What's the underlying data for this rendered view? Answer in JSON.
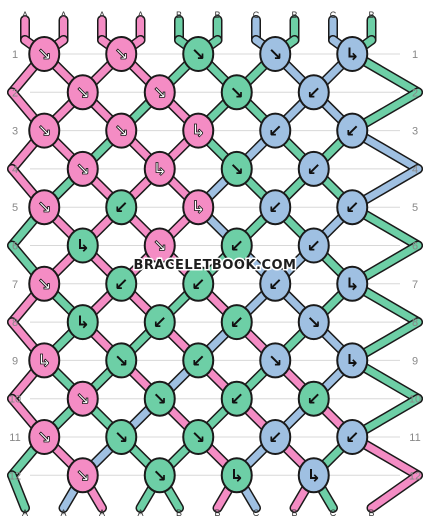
{
  "colors": {
    "pink": "#f48cc4",
    "green": "#6dcfa6",
    "blue": "#9fc0e2",
    "outline": "#1a1a1a",
    "grid": "#d8d8d8",
    "row_label": "#888888",
    "bg": "#ffffff"
  },
  "watermark": "BRACELETBOOK.COM",
  "top_strand_letters": [
    "A",
    "A",
    "A",
    "A",
    "B",
    "B",
    "C",
    "B",
    "C",
    "B"
  ],
  "bottom_strand_letters": [
    "A",
    "A",
    "A",
    "A",
    "B",
    "B",
    "C",
    "B",
    "C",
    "B"
  ],
  "row_labels": [
    "1",
    "2",
    "3",
    "4",
    "5",
    "6",
    "7",
    "8",
    "9",
    "10",
    "11",
    "12"
  ],
  "knot_rows": [
    {
      "row": 1,
      "knots": [
        {
          "color": "pink",
          "dir": "se"
        },
        {
          "color": "pink",
          "dir": "se"
        },
        {
          "color": "green",
          "dir": "se"
        },
        {
          "color": "blue",
          "dir": "se"
        },
        {
          "color": "blue",
          "dir": "fwb"
        }
      ]
    },
    {
      "row": 2,
      "knots": [
        {
          "color": "pink",
          "dir": "se"
        },
        {
          "color": "pink",
          "dir": "se"
        },
        {
          "color": "green",
          "dir": "se"
        },
        {
          "color": "blue",
          "dir": "sw"
        }
      ]
    },
    {
      "row": 3,
      "knots": [
        {
          "color": "pink",
          "dir": "se"
        },
        {
          "color": "pink",
          "dir": "se"
        },
        {
          "color": "pink",
          "dir": "fwb"
        },
        {
          "color": "blue",
          "dir": "sw"
        },
        {
          "color": "blue",
          "dir": "sw"
        }
      ]
    },
    {
      "row": 4,
      "knots": [
        {
          "color": "pink",
          "dir": "se"
        },
        {
          "color": "pink",
          "dir": "fwb"
        },
        {
          "color": "green",
          "dir": "se"
        },
        {
          "color": "blue",
          "dir": "sw"
        }
      ]
    },
    {
      "row": 5,
      "knots": [
        {
          "color": "pink",
          "dir": "se"
        },
        {
          "color": "green",
          "dir": "sw"
        },
        {
          "color": "pink",
          "dir": "fwb"
        },
        {
          "color": "blue",
          "dir": "sw"
        },
        {
          "color": "blue",
          "dir": "sw"
        }
      ]
    },
    {
      "row": 6,
      "knots": [
        {
          "color": "green",
          "dir": "fwb"
        },
        {
          "color": "pink",
          "dir": "se"
        },
        {
          "color": "green",
          "dir": "sw"
        },
        {
          "color": "blue",
          "dir": "sw"
        }
      ]
    },
    {
      "row": 7,
      "knots": [
        {
          "color": "pink",
          "dir": "se"
        },
        {
          "color": "green",
          "dir": "sw"
        },
        {
          "color": "green",
          "dir": "sw"
        },
        {
          "color": "blue",
          "dir": "sw"
        },
        {
          "color": "blue",
          "dir": "fwb"
        }
      ]
    },
    {
      "row": 8,
      "knots": [
        {
          "color": "green",
          "dir": "fwb"
        },
        {
          "color": "green",
          "dir": "sw"
        },
        {
          "color": "green",
          "dir": "sw"
        },
        {
          "color": "blue",
          "dir": "se"
        }
      ]
    },
    {
      "row": 9,
      "knots": [
        {
          "color": "pink",
          "dir": "fwb"
        },
        {
          "color": "green",
          "dir": "se"
        },
        {
          "color": "green",
          "dir": "sw"
        },
        {
          "color": "blue",
          "dir": "se"
        },
        {
          "color": "blue",
          "dir": "fwb"
        }
      ]
    },
    {
      "row": 10,
      "knots": [
        {
          "color": "pink",
          "dir": "se"
        },
        {
          "color": "green",
          "dir": "se"
        },
        {
          "color": "green",
          "dir": "sw"
        },
        {
          "color": "green",
          "dir": "sw"
        }
      ]
    },
    {
      "row": 11,
      "knots": [
        {
          "color": "pink",
          "dir": "se"
        },
        {
          "color": "green",
          "dir": "se"
        },
        {
          "color": "green",
          "dir": "se"
        },
        {
          "color": "blue",
          "dir": "sw"
        },
        {
          "color": "blue",
          "dir": "sw"
        }
      ]
    },
    {
      "row": 12,
      "knots": [
        {
          "color": "pink",
          "dir": "se"
        },
        {
          "color": "green",
          "dir": "se"
        },
        {
          "color": "green",
          "dir": "fwb"
        },
        {
          "color": "blue",
          "dir": "fwb"
        }
      ]
    }
  ]
}
